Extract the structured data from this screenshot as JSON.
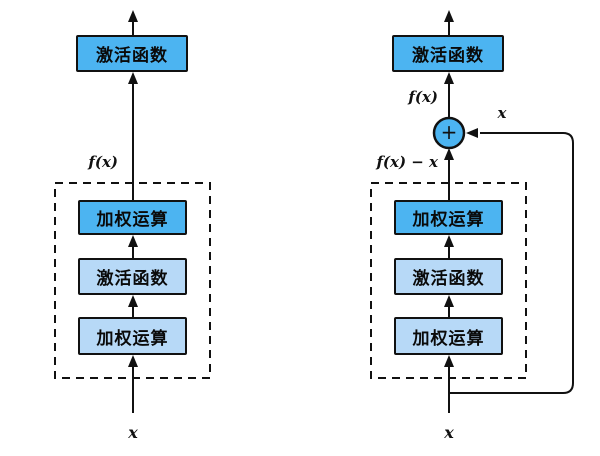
{
  "colors": {
    "bright_blue": "#4cb4f1",
    "light_blue": "#b7d9f7",
    "line": "#111111",
    "background": "#ffffff"
  },
  "diagrams": {
    "left": {
      "output_box": "激活函数",
      "fx_label": "f(x)",
      "inner_boxes": [
        "加权运算",
        "激活函数",
        "加权运算"
      ],
      "input_label": "x"
    },
    "right": {
      "output_box": "激活函数",
      "fx_label": "f(x)",
      "residual_label": "f(x) − x",
      "plus_label": "+",
      "skip_label": "x",
      "inner_boxes": [
        "加权运算",
        "激活函数",
        "加权运算"
      ],
      "input_label": "x"
    }
  }
}
